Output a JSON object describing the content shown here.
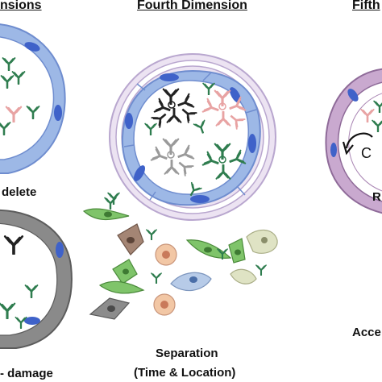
{
  "headers": {
    "left": "nsions",
    "center": "Fourth Dimension",
    "right": "Fifth"
  },
  "captions": {
    "left_top": "delete",
    "left_bottom": "- damage",
    "center_line1": "Separation",
    "center_line2": "(Time & Location)",
    "right_circle_letter": "C",
    "right_mid": "Acce",
    "right_top_partial": "R"
  },
  "colors": {
    "vessel_wall": "#9db8e6",
    "vessel_wall_dark": "#7e9ad8",
    "nucleus": "#3f62c9",
    "outer_ring": "#dccfe6",
    "outer_ring_line": "#b9a7cf",
    "right_vessel": "#c9a9cf",
    "gray_vessel": "#8a8a8a",
    "ab_black": "#222222",
    "ab_pink": "#e8a3a3",
    "ab_green": "#2f7d4f",
    "ab_gray": "#9a9a9a",
    "cell_green": "#7fc46a",
    "cell_brown": "#a48574",
    "cell_peach": "#f2c7a5",
    "cell_blue": "#b7cbe8",
    "cell_gray": "#8c8c8c",
    "cell_beige": "#dfe3c4"
  }
}
